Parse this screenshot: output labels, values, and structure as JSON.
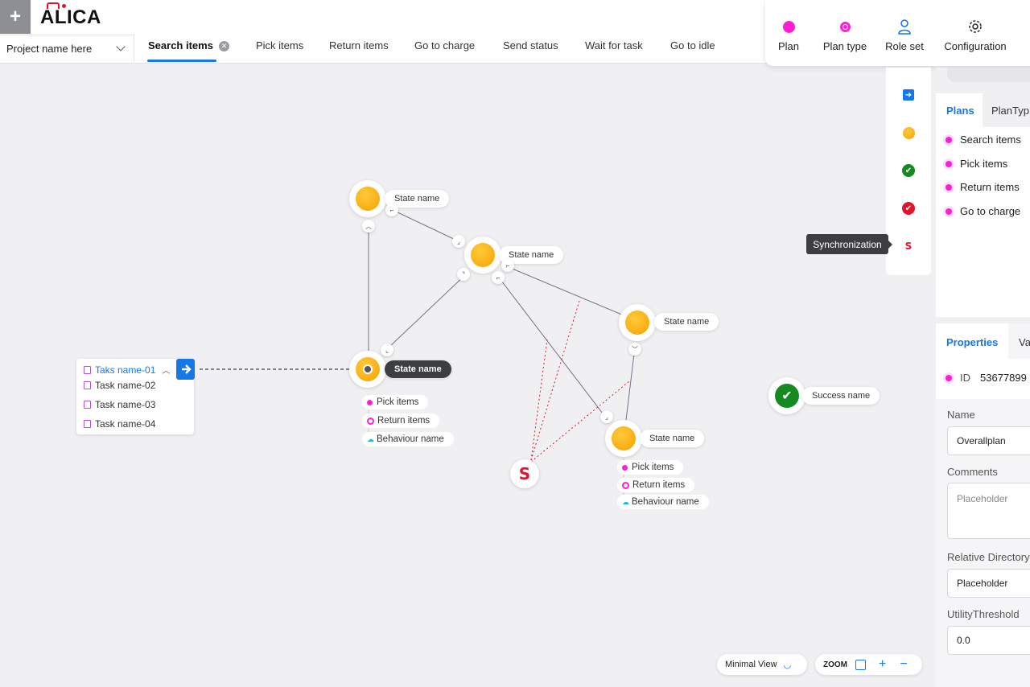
{
  "app": {
    "logo_text": "ALICA",
    "add_symbol": "+"
  },
  "project_select": {
    "value": "Project name here"
  },
  "tabs": [
    {
      "label": "Search items",
      "active": true
    },
    {
      "label": "Pick items"
    },
    {
      "label": "Return items"
    },
    {
      "label": "Go to charge"
    },
    {
      "label": "Send status"
    },
    {
      "label": "Wait for task"
    },
    {
      "label": "Go to idle"
    }
  ],
  "toolbar": {
    "plan": "Plan",
    "plan_type": "Plan type",
    "role_set": "Role set",
    "configuration": "Configuration"
  },
  "strip": {
    "sync_icon_text": "S",
    "tooltip": "Synchronization"
  },
  "plans_panel": {
    "tabs": [
      "Plans",
      "PlanTyp"
    ],
    "items": [
      "Search items",
      "Pick items",
      "Return items",
      "Go to charge"
    ]
  },
  "properties": {
    "tabs": [
      "Properties",
      "Va"
    ],
    "id_label": "ID",
    "id_value": "53677899",
    "name_label": "Name",
    "name_value": "Overallplan",
    "comments_label": "Comments",
    "comments_placeholder": "Placeholder",
    "reldir_label": "Relative Directory",
    "reldir_value": "Placeholder",
    "utility_label": "UtilityThreshold",
    "utility_value": "0.0"
  },
  "canvas": {
    "states": [
      {
        "label": "State name"
      },
      {
        "label": "State name"
      },
      {
        "label": "State name"
      },
      {
        "label": "State name"
      },
      {
        "label": "State name"
      }
    ],
    "entry_sub_items": [
      "Pick items",
      "Return items",
      "Behaviour name"
    ],
    "lower_sub_items": [
      "Pick items",
      "Return items",
      "Behaviour name"
    ],
    "tasks": [
      "Taks name-01",
      "Task name-02",
      "Task name-03",
      "Task name-04"
    ],
    "sync_text": "S",
    "success_label": "Success name"
  },
  "bottom_controls": {
    "minimal_view": "Minimal View",
    "zoom_label": "ZOOM",
    "zoom_in": "+",
    "zoom_out": "−"
  },
  "colors": {
    "accent": "#1677e6",
    "plan_pink": "#ff1ed8",
    "state_orange": "#f7a100",
    "success_green": "#158a22",
    "sync_red": "#e4132d"
  }
}
